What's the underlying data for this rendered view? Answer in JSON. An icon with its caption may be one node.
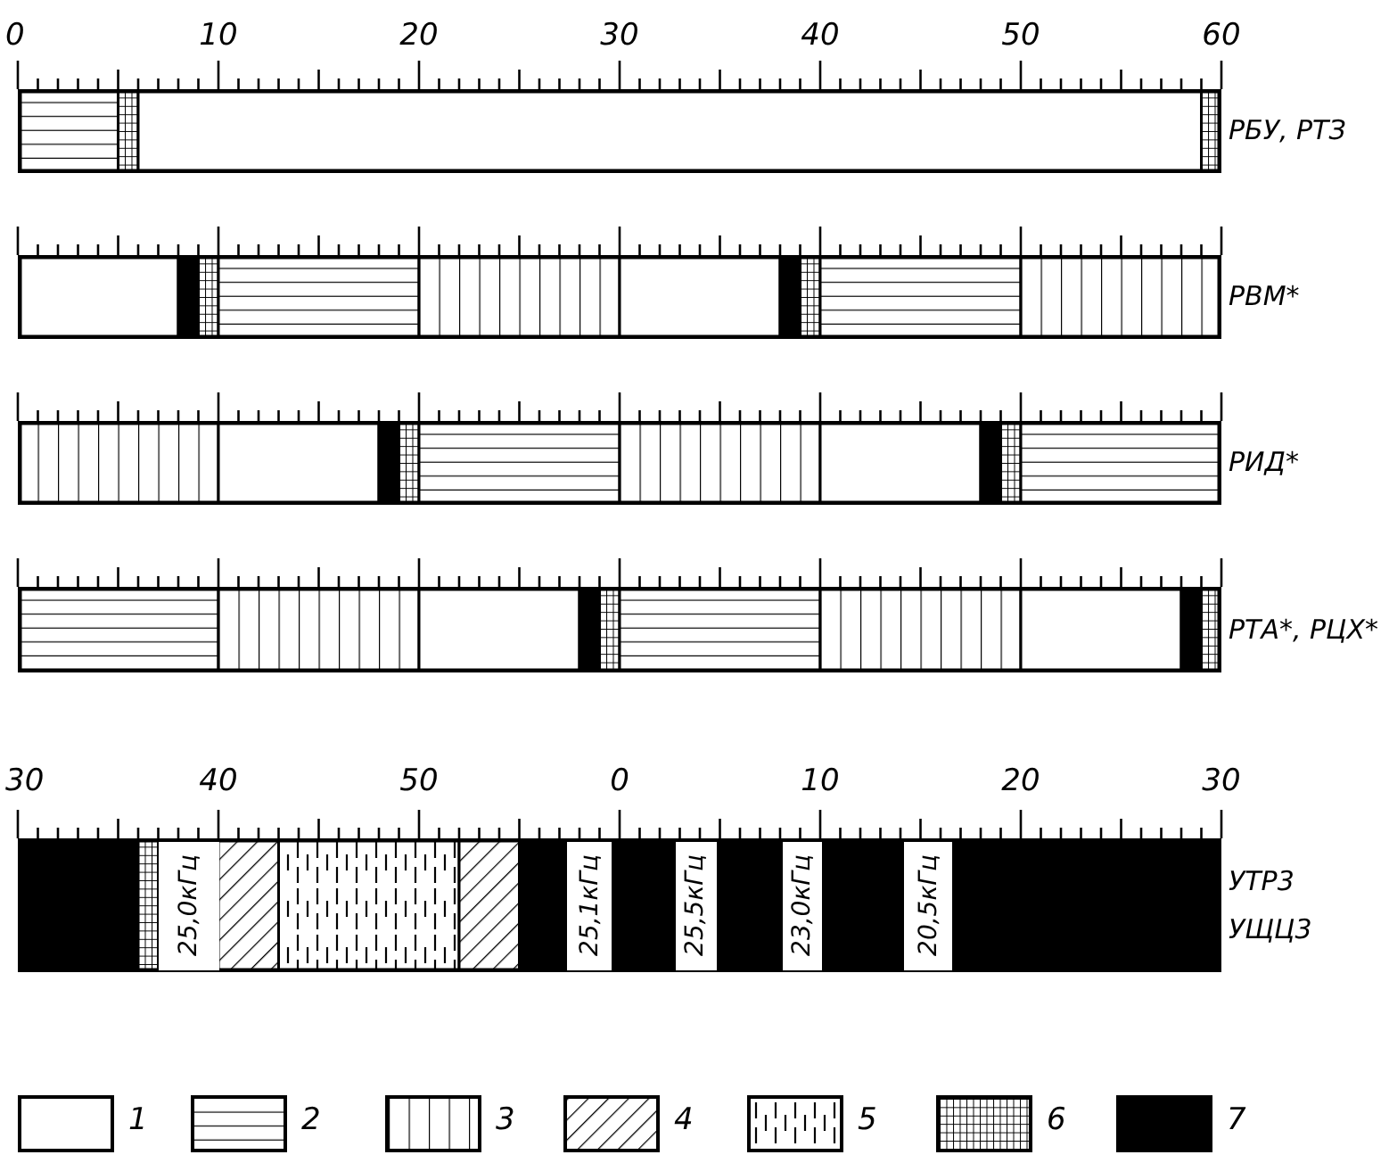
{
  "diagram": {
    "nodes": [
      {
        "text": [],
        "shape": "bar",
        "beside": [
          "РБУ, РТЗ"
        ]
      },
      {
        "text": [],
        "shape": "bar",
        "beside": [
          "РВМ*"
        ]
      },
      {
        "text": [],
        "shape": "bar",
        "beside": [
          "РИД*"
        ]
      },
      {
        "text": [],
        "shape": "bar",
        "beside": [
          "РТА*, РЦХ*"
        ]
      },
      {
        "text": [],
        "shape": "bar",
        "beside": [
          "УТР3",
          "УЩЦ3"
        ]
      },
      {
        "text": [
          "25,0кГц"
        ],
        "in": 4
      },
      {
        "text": [
          "25,1кГц"
        ],
        "in": 4
      },
      {
        "text": [
          "25,5кГц"
        ],
        "in": 4
      },
      {
        "text": [
          "23,0кГц"
        ],
        "in": 4
      },
      {
        "text": [
          "20,5кГц"
        ],
        "in": 4
      }
    ],
    "labels": [
      "0",
      "10",
      "20",
      "30",
      "40",
      "50",
      "60",
      "30",
      "40",
      "50",
      "0",
      "10",
      "20",
      "30"
    ],
    "legend": [
      {
        "text": "1",
        "color": "#ffffff"
      },
      {
        "text": "2"
      },
      {
        "text": "3"
      },
      {
        "text": "4"
      },
      {
        "text": "5"
      },
      {
        "text": "6"
      },
      {
        "text": "7",
        "color": "#000000"
      }
    ]
  }
}
